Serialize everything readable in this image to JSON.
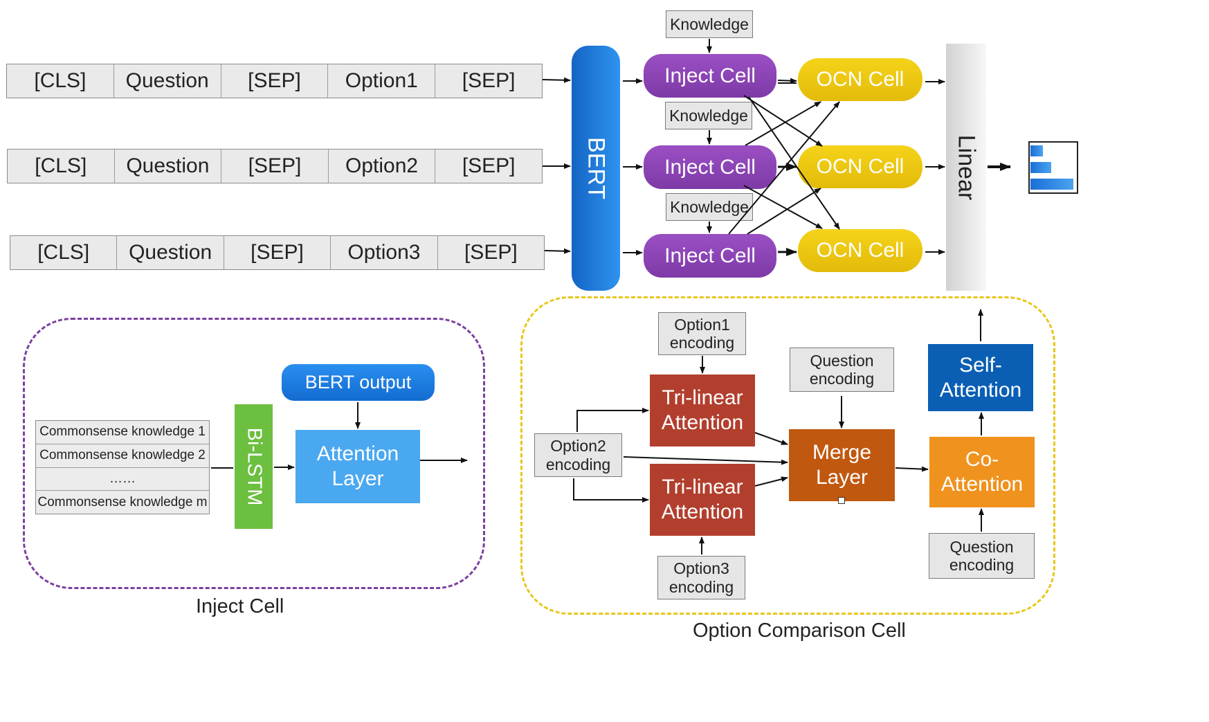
{
  "sequences": [
    {
      "tokens": [
        "[CLS]",
        "Question",
        "[SEP]",
        "Option1",
        "[SEP]"
      ]
    },
    {
      "tokens": [
        "[CLS]",
        "Question",
        "[SEP]",
        "Option2",
        "[SEP]"
      ]
    },
    {
      "tokens": [
        "[CLS]",
        "Question",
        "[SEP]",
        "Option3",
        "[SEP]"
      ]
    }
  ],
  "bert_label": "BERT",
  "knowledge_label": "Knowledge",
  "inject_cell_label": "Inject Cell",
  "ocn_cell_label": "OCN Cell",
  "linear_label": "Linear",
  "inject_panel": {
    "caption": "Inject Cell",
    "knowledge_items": [
      "Commonsense knowledge 1",
      "Commonsense knowledge 2",
      "……",
      "Commonsense knowledge m"
    ],
    "bilstm_label": "Bi-LSTM",
    "bert_output_label": "BERT output",
    "attention_label": "Attention Layer"
  },
  "ocn_panel": {
    "caption": "Option Comparison Cell",
    "option1_encoding": "Option1 encoding",
    "option2_encoding": "Option2 encoding",
    "option3_encoding": "Option3 encoding",
    "question_encoding_top": "Question encoding",
    "question_encoding_bottom": "Question encoding",
    "trilinear_top": "Tri-linear Attention",
    "trilinear_bottom": "Tri-linear Attention",
    "merge_label": "Merge Layer",
    "coattention_label": "Co-Attention",
    "selfattention_label": "Self-Attention"
  },
  "colors": {
    "inject_purple": "#8a44b5",
    "ocn_yellow": "#edc612",
    "bert_blue": "#1a7ad6",
    "trilinear_red": "#b23f2e",
    "merge_orange": "#c1580f",
    "coattention_orange": "#f0921e",
    "selfattention_blue": "#0a5fb4",
    "attention_light_blue": "#4aa8f0",
    "bilstm_green": "#6cbf3f",
    "inject_dash": "#7a3fa0",
    "ocn_dash": "#e8c61a"
  }
}
